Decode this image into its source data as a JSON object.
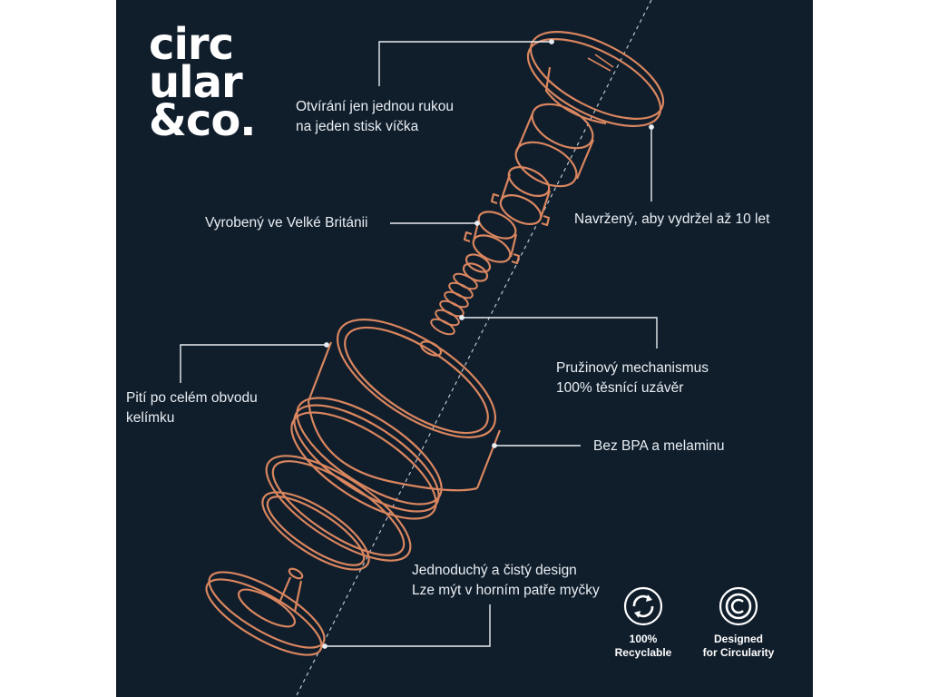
{
  "brand": {
    "logo_lines": [
      "circ",
      "ular",
      "&co."
    ]
  },
  "callouts": {
    "one_hand": [
      "Otvírání jen jednou rukou",
      "na jeden stisk víčka"
    ],
    "made_in": "Vyrobený ve Velké Británii",
    "lifetime": "Navržený, aby vydržel až 10 let",
    "spring": [
      "Pružinový mechanismus",
      "100% těsnící uzávěr"
    ],
    "drink": [
      "Pití po celém obvodu",
      "kelímku"
    ],
    "bpa": "Bez BPA a melaminu",
    "design": [
      "Jednoduchý a čistý design",
      "Lze mýt v horním patře myčky"
    ]
  },
  "badges": [
    {
      "icon": "recycle-icon",
      "lines": [
        "100%",
        "Recyclable"
      ]
    },
    {
      "icon": "circularity-icon",
      "lines": [
        "Designed",
        "for Circularity"
      ]
    }
  ],
  "colors": {
    "background": "#101d2b",
    "line_art": "#d9865f",
    "text": "#e9eef3"
  }
}
